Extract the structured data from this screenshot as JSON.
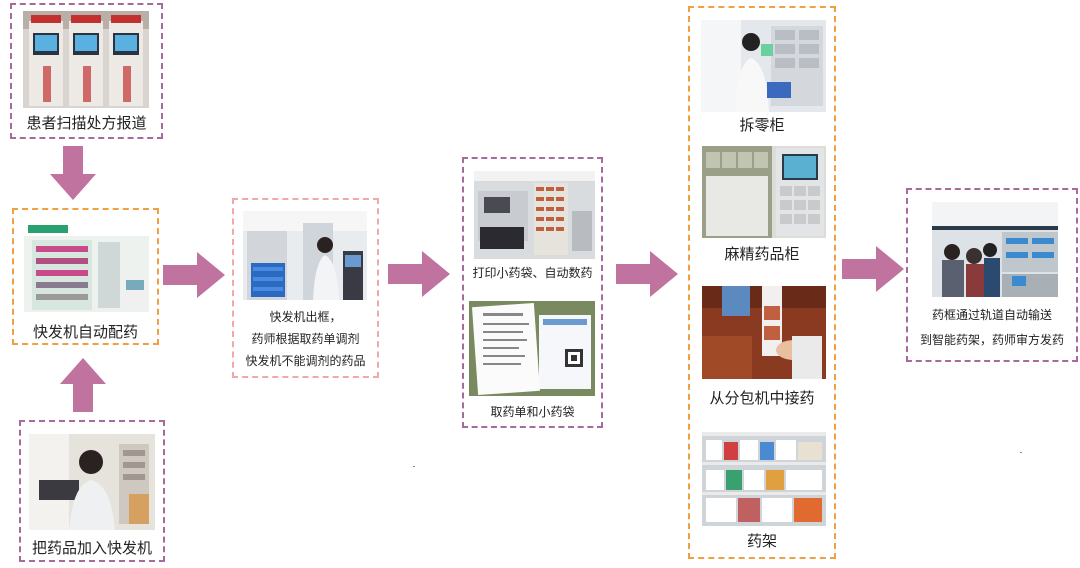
{
  "steps": {
    "scan": {
      "label": "患者扫描处方报道"
    },
    "auto_dispense": {
      "label": "快发机自动配药"
    },
    "add_drugs": {
      "label": "把药品加入快发机"
    },
    "out": {
      "lines": [
        "快发机出框，",
        "药师根据取药单调剂",
        "快发机不能调剂的药品"
      ]
    },
    "print": {
      "label_top": "打印小药袋、自动数药",
      "label_bottom": "取药单和小药袋"
    },
    "cabinets": {
      "split": "拆零柜",
      "narcotic": "麻精药品柜",
      "packer": "从分包机中接药",
      "shelf": "药架"
    },
    "transport": {
      "lines": [
        "药框通过轨道自动输送",
        "到智能药架，药师审方发药"
      ]
    }
  },
  "colors": {
    "arrow": "#c0739f",
    "border_purple": "#a66a9c",
    "border_orange": "#f0a040",
    "border_pink": "#eeaaaa"
  }
}
